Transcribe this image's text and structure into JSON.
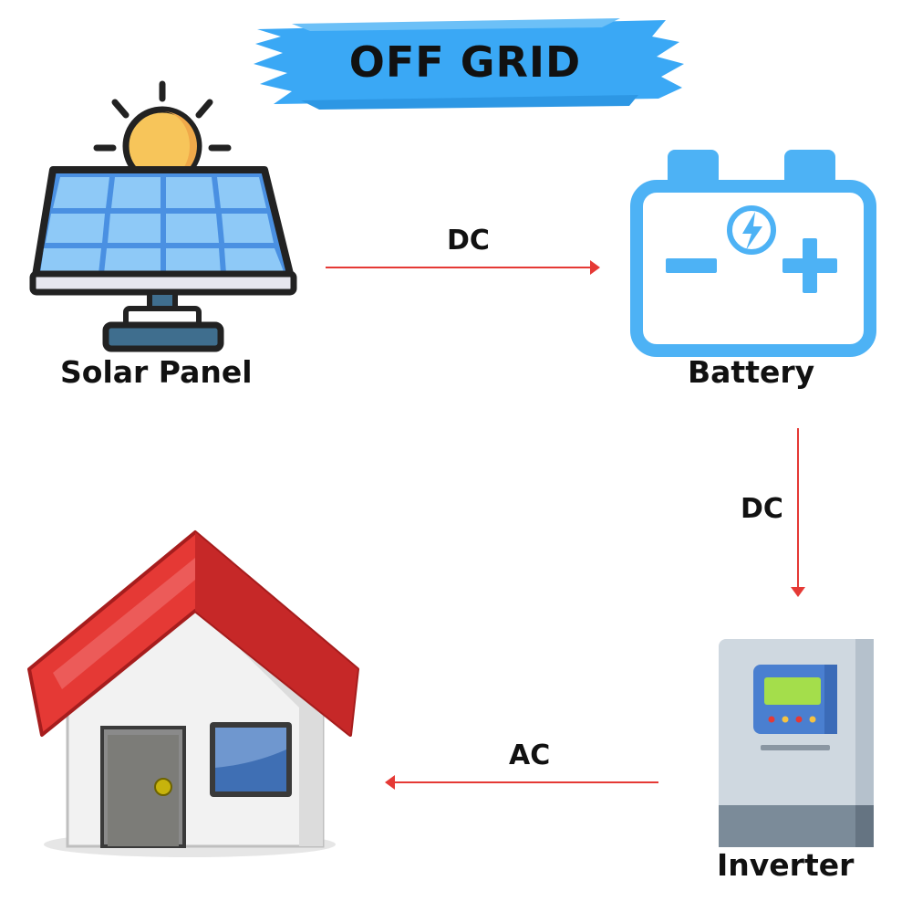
{
  "title": "OFF GRID",
  "nodes": {
    "solar_panel": "Solar Panel",
    "battery": "Battery",
    "inverter": "Inverter"
  },
  "connections": [
    {
      "from": "Solar Panel",
      "to": "Battery",
      "label": "DC"
    },
    {
      "from": "Battery",
      "to": "Inverter",
      "label": "DC"
    },
    {
      "from": "Inverter",
      "to": "House",
      "label": "AC"
    }
  ],
  "colors": {
    "title_brush": "#3aa8f5",
    "arrow": "#e53935",
    "battery": "#4db2f5",
    "roof": "#e53935"
  },
  "icons": [
    "solar-panel-icon",
    "battery-icon",
    "inverter-icon",
    "house-icon"
  ]
}
